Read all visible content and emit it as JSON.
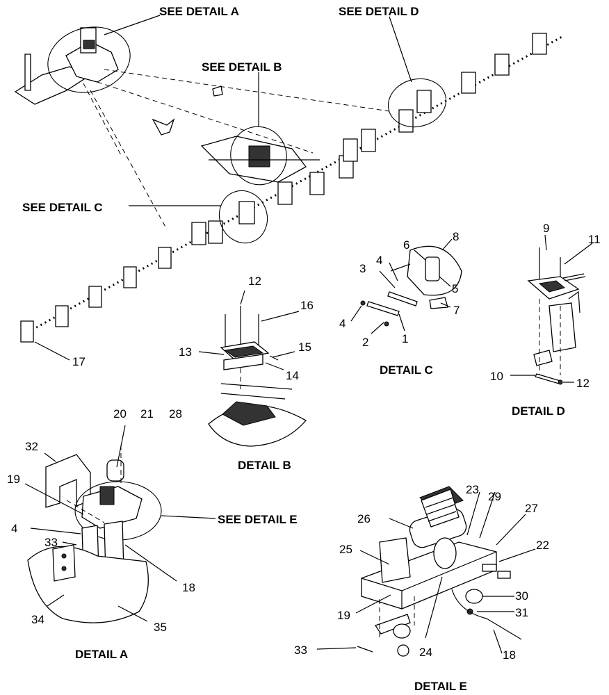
{
  "headers": {
    "see_detail_a": "SEE DETAIL A",
    "see_detail_b": "SEE DETAIL B",
    "see_detail_c": "SEE DETAIL C",
    "see_detail_d": "SEE DETAIL D",
    "see_detail_e": "SEE DETAIL E",
    "detail_a": "DETAIL A",
    "detail_b": "DETAIL B",
    "detail_c": "DETAIL C",
    "detail_d": "DETAIL D",
    "detail_e": "DETAIL E"
  },
  "callouts": {
    "overview": {
      "c17": "17"
    },
    "detail_b": {
      "c12": "12",
      "c16": "16",
      "c13": "13",
      "c15": "15",
      "c14": "14"
    },
    "detail_c": {
      "c6": "6",
      "c8": "8",
      "c3": "3",
      "c4a": "4",
      "c5": "5",
      "c7": "7",
      "c4b": "4",
      "c2": "2",
      "c1": "1"
    },
    "detail_d": {
      "c9": "9",
      "c11": "11",
      "c10": "10",
      "c12": "12"
    },
    "detail_a": {
      "c20": "20",
      "c21": "21",
      "c28": "28",
      "c32": "32",
      "c19": "19",
      "c4": "4",
      "c33": "33",
      "c18": "18",
      "c34": "34",
      "c35": "35"
    },
    "detail_e": {
      "c23": "23",
      "c29": "29",
      "c27": "27",
      "c26": "26",
      "c25": "25",
      "c22": "22",
      "c30": "30",
      "c31": "31",
      "c19": "19",
      "c24": "24",
      "c18": "18",
      "c33": "33"
    }
  }
}
